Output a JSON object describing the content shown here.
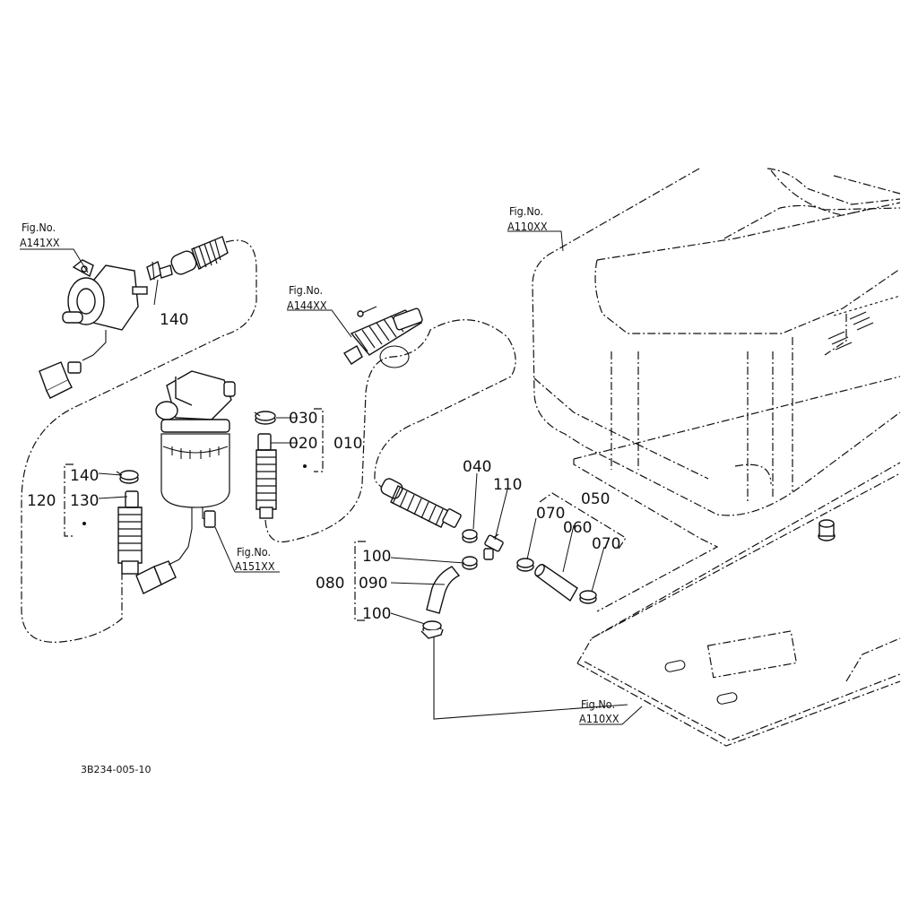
{
  "drawing_code": "3B234-005-10",
  "fig_refs": [
    {
      "label": "Fig.No.",
      "ref": "A141XX"
    },
    {
      "label": "Fig.No.",
      "ref": "A144XX"
    },
    {
      "label": "Fig.No.",
      "ref": "A151XX"
    },
    {
      "label": "Fig.No.",
      "ref": "A110XX"
    },
    {
      "label": "Fig.No.",
      "ref": "A110XX"
    }
  ],
  "callouts": {
    "c010": "010",
    "c020": "020",
    "c030": "030",
    "c040": "040",
    "c050": "050",
    "c060": "060",
    "c070a": "070",
    "c070b": "070",
    "c080": "080",
    "c090": "090",
    "c100a": "100",
    "c100b": "100",
    "c110": "110",
    "c120": "120",
    "c130": "130",
    "c140a": "140",
    "c140b": "140"
  }
}
